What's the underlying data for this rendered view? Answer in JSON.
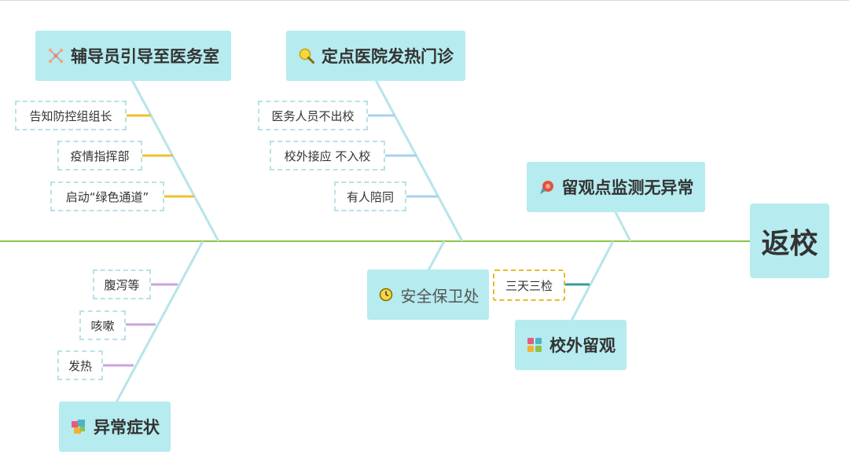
{
  "head": {
    "label": "返校"
  },
  "branches": {
    "counselor": {
      "label": "辅导员引导至医务室",
      "icon": "network-icon",
      "items": [
        "告知防控组组长",
        "疫情指挥部",
        "启动“绿色通道”"
      ]
    },
    "hospital": {
      "label": "定点医院发热门诊",
      "icon": "magnifier-icon",
      "items": [
        "医务人员不出校",
        "校外接应 不入校",
        "有人陪同"
      ]
    },
    "observation": {
      "label": "留观点监测无异常",
      "icon": "pin-icon"
    },
    "symptoms": {
      "label": "异常症状",
      "icon": "cubes-icon",
      "items": [
        "腹泻等",
        "咳嗽",
        "发热"
      ]
    },
    "security": {
      "label": "安全保卫处",
      "icon": "clock-icon"
    },
    "offcampus": {
      "label": "校外留观",
      "icon": "tiles-icon",
      "items": [
        "三天三检"
      ]
    }
  },
  "colors": {
    "spine": "#8bc34a",
    "bone": "#b5e5ea",
    "node": "#b6ebef",
    "counselor_accent": "#f0c030",
    "hospital_accent": "#a8d0ec",
    "symptoms_accent": "#c9a4dc",
    "offcampus_accent": "#3a9aa0"
  }
}
